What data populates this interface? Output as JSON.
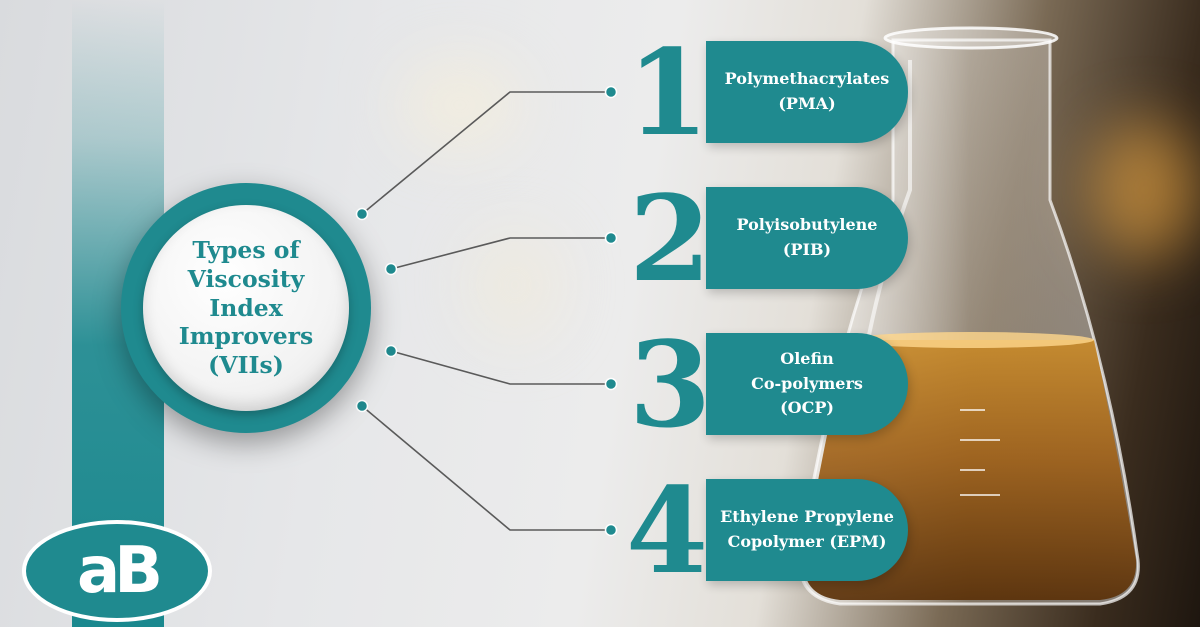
{
  "hub": {
    "title": "Types of Viscosity Index Improvers (VIIs)"
  },
  "items": [
    {
      "number": "1",
      "label_line1": "Polymethacrylates",
      "label_line2": "(PMA)",
      "label_line3": ""
    },
    {
      "number": "2",
      "label_line1": "Polyisobutylene",
      "label_line2": "(PIB)",
      "label_line3": ""
    },
    {
      "number": "3",
      "label_line1": "Olefin",
      "label_line2": "Co-polymers",
      "label_line3": "(OCP)"
    },
    {
      "number": "4",
      "label_line1": "Ethylene Propylene",
      "label_line2": "Copolymer (EPM)",
      "label_line3": ""
    }
  ],
  "logo": {
    "text": "aB"
  },
  "colors": {
    "accent": "#1f8a8f",
    "connector": "#5a5a5a",
    "text_on_accent": "#ffffff"
  }
}
